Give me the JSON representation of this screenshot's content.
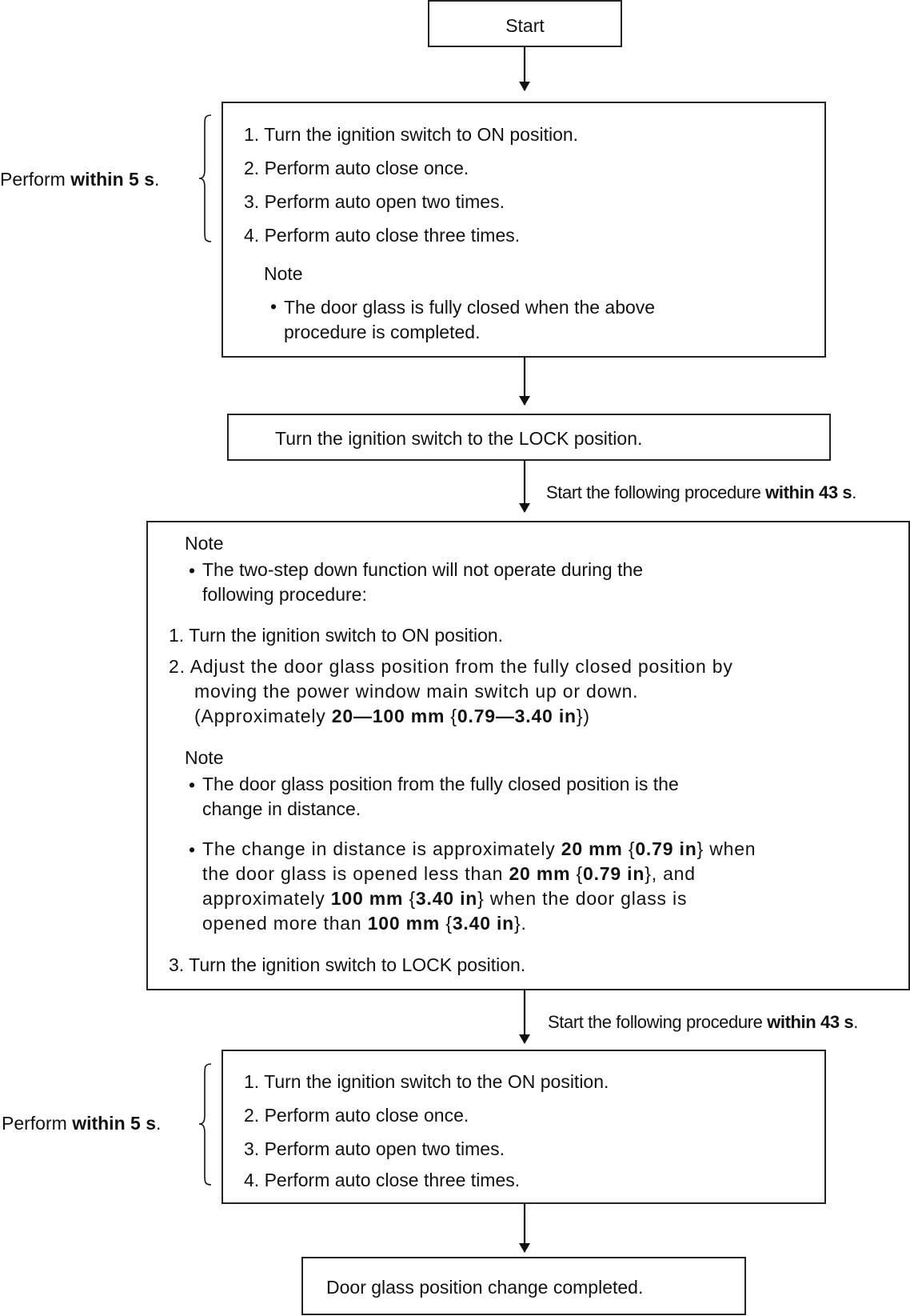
{
  "start": "Start",
  "block1": {
    "side_label": [
      "Perform ",
      "within 5 s",
      "."
    ],
    "steps": [
      "1.  Turn the ignition switch to ON position.",
      "2.  Perform auto close once.",
      "3.  Perform auto open two times.",
      "4.  Perform auto close three times."
    ],
    "note_title": "Note",
    "note_lines": [
      "The door glass is fully closed when the above",
      "procedure is completed."
    ]
  },
  "step_lock": "Turn the ignition switch to the LOCK position.",
  "timing1": [
    "Start the following procedure ",
    "within 43 s",
    "."
  ],
  "block2": {
    "note1_title": "Note",
    "note1_lines": [
      "The two-step down function will not operate during the",
      "following procedure:"
    ],
    "step1": "1.  Turn the ignition switch to ON position.",
    "step2_lines": [
      "2.  Adjust the door glass position from the fully closed position by",
      "moving the power window main switch up or down."
    ],
    "step2_approx": [
      "(Approximately ",
      "20—100 mm",
      " {",
      "0.79—3.40 in",
      "})"
    ],
    "note2_title": "Note",
    "note2_bullet1": [
      "The door glass position from the fully closed position is the",
      "change in distance."
    ],
    "note2_bullet2": {
      "l1": [
        "The change in distance is approximately ",
        "20 mm",
        " {",
        "0.79 in",
        "} when"
      ],
      "l2": [
        "the door glass is opened less than ",
        "20 mm",
        " {",
        "0.79 in",
        "}, and"
      ],
      "l3": [
        "approximately ",
        "100 mm",
        " {",
        "3.40 in",
        "} when the door glass is"
      ],
      "l4": [
        "opened more than ",
        "100 mm",
        " {",
        "3.40 in",
        "}."
      ]
    },
    "step3": "3.  Turn the ignition switch to LOCK position."
  },
  "timing2": [
    "Start the following procedure ",
    "within 43 s",
    "."
  ],
  "block3": {
    "side_label": [
      "Perform ",
      "within 5 s",
      "."
    ],
    "steps": [
      "1.  Turn the ignition switch to the ON position.",
      "2.  Perform auto close once.",
      "3.  Perform auto open two times.",
      "4.  Perform auto close three times."
    ]
  },
  "end": "Door glass position change completed."
}
